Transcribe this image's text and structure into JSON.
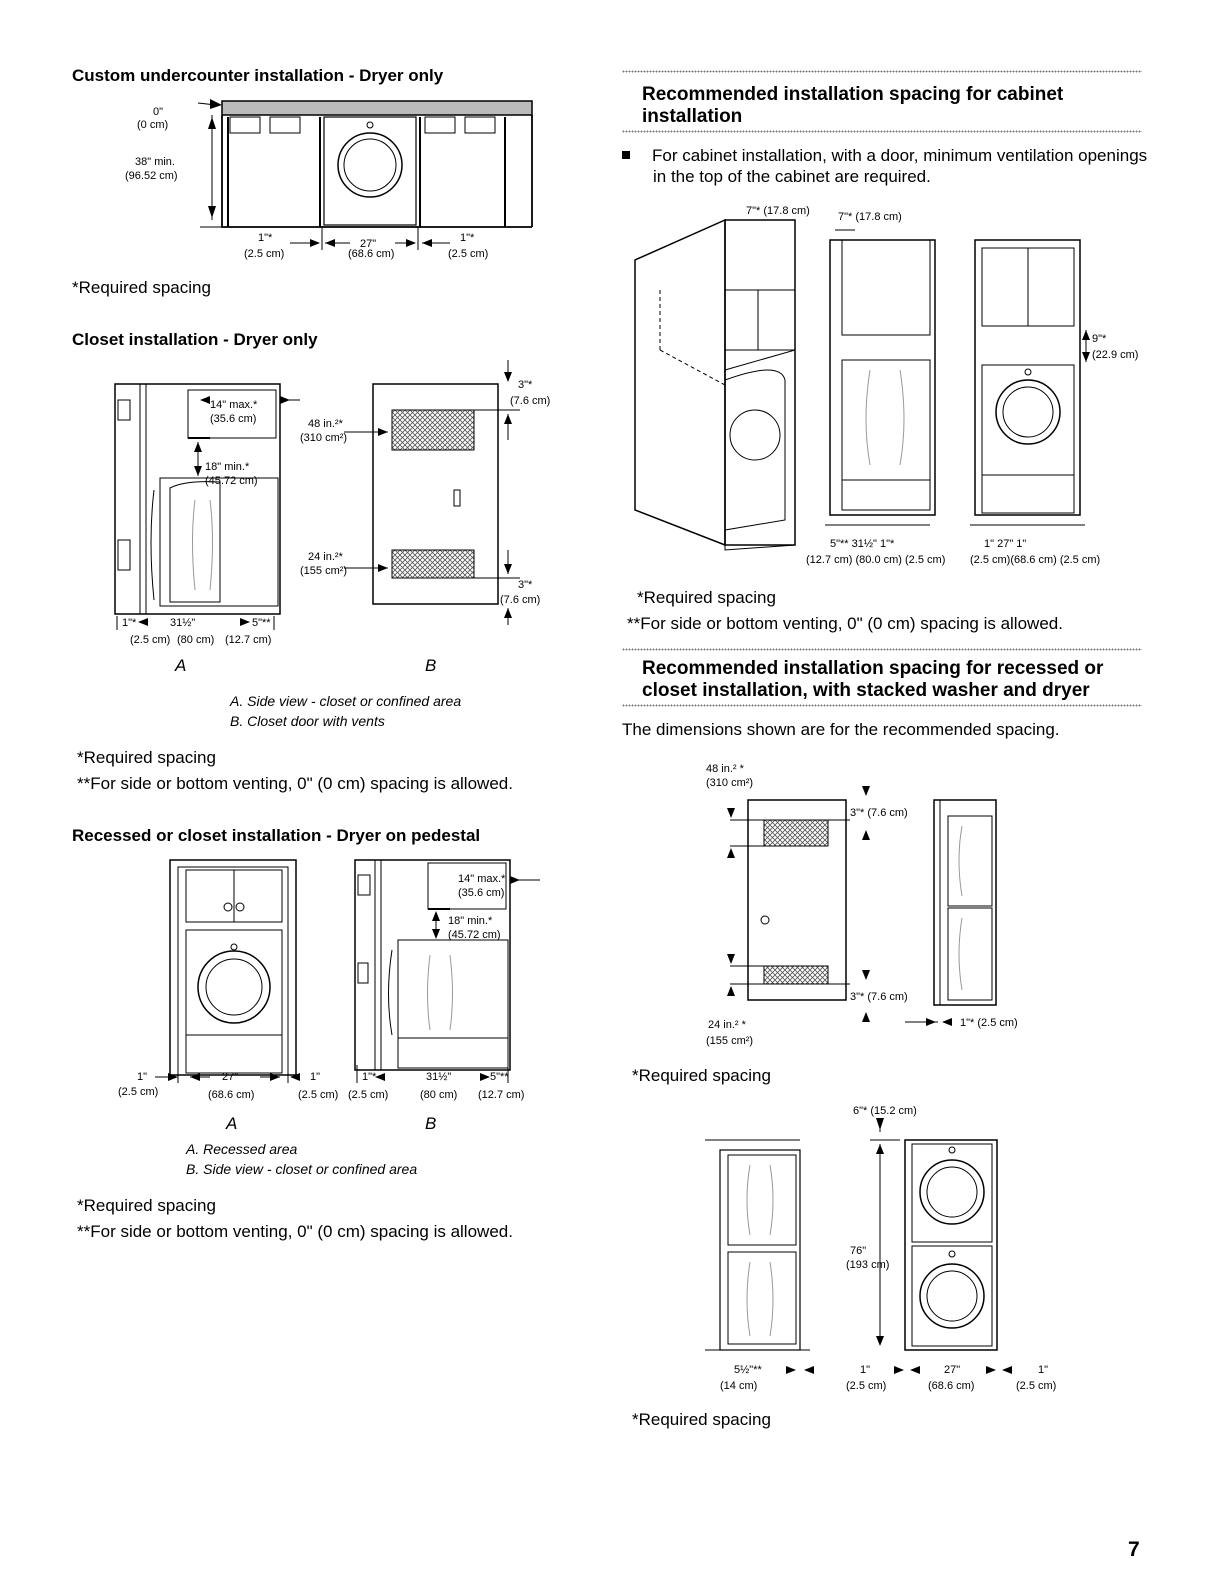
{
  "left": {
    "undercounter": {
      "title": "Custom undercounter installation - Dryer only",
      "labels": {
        "top_in": "0\"",
        "top_cm": "(0 cm)",
        "h_in": "38\" min.",
        "h_cm": "(96.52 cm)",
        "l_in": "1\"*",
        "l_cm": "(2.5 cm)",
        "c_in": "27\"",
        "c_cm": "(68.6 cm)",
        "r_in": "1\"*",
        "r_cm": "(2.5 cm)"
      },
      "note": "*Required spacing"
    },
    "closet": {
      "title": "Closet installation - Dryer only",
      "labels": {
        "max_in": "14\" max.*",
        "max_cm": "(35.6 cm)",
        "min_in": "18\" min.*",
        "min_cm": "(45.72 cm)",
        "vent_top_in": "48 in.²*",
        "vent_top_cm": "(310 cm²)",
        "vent_bot_in": "24 in.²*",
        "vent_bot_cm": "(155 cm²)",
        "gap_top_in": "3\"*",
        "gap_top_cm": "(7.6 cm)",
        "gap_bot_in": "3\"*",
        "gap_bot_cm": "(7.6 cm)",
        "b1_in": "1\"*",
        "b1_cm": "(2.5 cm)",
        "b2_in": "31½\"",
        "b2_cm": "(80 cm)",
        "b3_in": "5\"**",
        "b3_cm": "(12.7 cm)"
      },
      "label_a": "A",
      "label_b": "B",
      "caption_a": "A. Side view - closet or confined area",
      "caption_b": "B. Closet door with vents",
      "note1": "*Required spacing",
      "note2": "**For side or bottom venting, 0\" (0 cm) spacing is allowed."
    },
    "pedestal": {
      "title": "Recessed or closet installation - Dryer on pedestal",
      "labels": {
        "max_in": "14\" max.*",
        "max_cm": "(35.6 cm)",
        "min_in": "18\" min.*",
        "min_cm": "(45.72 cm)",
        "a1_in": "1\"",
        "a1_cm": "(2.5 cm)",
        "a2_in": "27\"",
        "a2_cm": "(68.6 cm)",
        "a3_in": "1\"",
        "a3_cm": "(2.5 cm)",
        "b1_in": "1\"*",
        "b1_cm": "(2.5 cm)",
        "b2_in": "31½\"",
        "b2_cm": "(80 cm)",
        "b3_in": "5\"**",
        "b3_cm": "(12.7 cm)"
      },
      "label_a": "A",
      "label_b": "B",
      "caption_a": "A. Recessed area",
      "caption_b": "B. Side view - closet or confined area",
      "note1": "*Required spacing",
      "note2": "**For side or bottom venting, 0\" (0 cm) spacing is allowed."
    }
  },
  "right": {
    "cabinet": {
      "title": "Recommended installation spacing for cabinet installation",
      "bullet": "For cabinet installation, with a door, minimum ventilation openings in the top of the cabinet are required.",
      "labels": {
        "top1": "7\"* (17.8 cm)",
        "top2": "7\"* (17.8 cm)",
        "side_in": "9\"*",
        "side_cm": "(22.9 cm)",
        "row1_in": "5\"**   31½\"   1\"*",
        "row1_cm": "(12.7 cm)  (80.0 cm)  (2.5 cm)",
        "row2_in": "1\"    27\"    1\"",
        "row2_cm": "(2.5 cm)(68.6 cm) (2.5 cm)"
      },
      "note1": "*Required spacing",
      "note2": "**For side or bottom venting, 0\" (0 cm) spacing is allowed."
    },
    "stacked": {
      "title": "Recommended installation spacing for recessed or closet installation, with stacked washer and dryer",
      "intro": "The dimensions shown are for the recommended spacing.",
      "labels": {
        "vent_top_in": "48 in.² *",
        "vent_top_cm": "(310 cm²)",
        "vent_bot_in": "24 in.² *",
        "vent_bot_cm": "(155 cm²)",
        "gap_top": "3\"* (7.6 cm)",
        "gap_bot": "3\"* (7.6 cm)",
        "side_gap": "1\"* (2.5 cm)",
        "top_gap": "6\"* (15.2 cm)",
        "h_in": "76\"",
        "h_cm": "(193 cm)",
        "s_in": "5½\"**",
        "s_cm": "(14 cm)",
        "a1_in": "1\"",
        "a1_cm": "(2.5 cm)",
        "a2_in": "27\"",
        "a2_cm": "(68.6 cm)",
        "a3_in": "1\"",
        "a3_cm": "(2.5 cm)"
      },
      "note1": "*Required spacing",
      "note2": "*Required spacing"
    }
  },
  "page_number": "7"
}
